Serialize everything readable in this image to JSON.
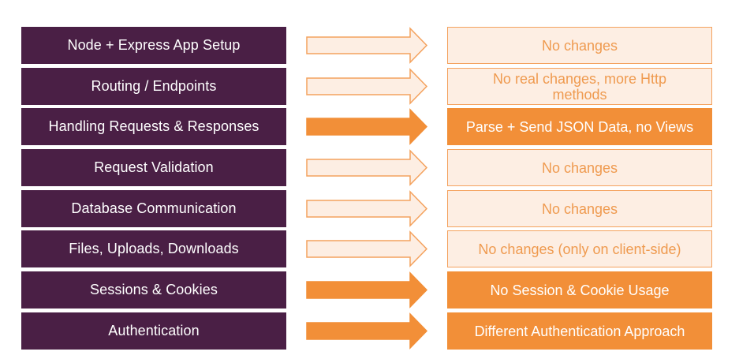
{
  "rows": [
    {
      "label": "Node + Express App Setup",
      "result": "No changes",
      "emphasis": false
    },
    {
      "label": "Routing / Endpoints",
      "result": "No real changes, more Http methods",
      "emphasis": false
    },
    {
      "label": "Handling Requests & Responses",
      "result": "Parse + Send JSON Data, no Views",
      "emphasis": true
    },
    {
      "label": "Request Validation",
      "result": "No changes",
      "emphasis": false
    },
    {
      "label": "Database Communication",
      "result": "No changes",
      "emphasis": false
    },
    {
      "label": "Files, Uploads, Downloads",
      "result": "No changes (only on client-side)",
      "emphasis": false
    },
    {
      "label": "Sessions & Cookies",
      "result": "No Session & Cookie Usage",
      "emphasis": true
    },
    {
      "label": "Authentication",
      "result": "Different Authentication Approach",
      "emphasis": true
    }
  ],
  "colors": {
    "left_fill": "#4a1f45",
    "accent": "#f28f38",
    "light_fill": "#fdeee3",
    "light_stroke": "#f4a25e",
    "light_text": "#ef9a4f"
  }
}
